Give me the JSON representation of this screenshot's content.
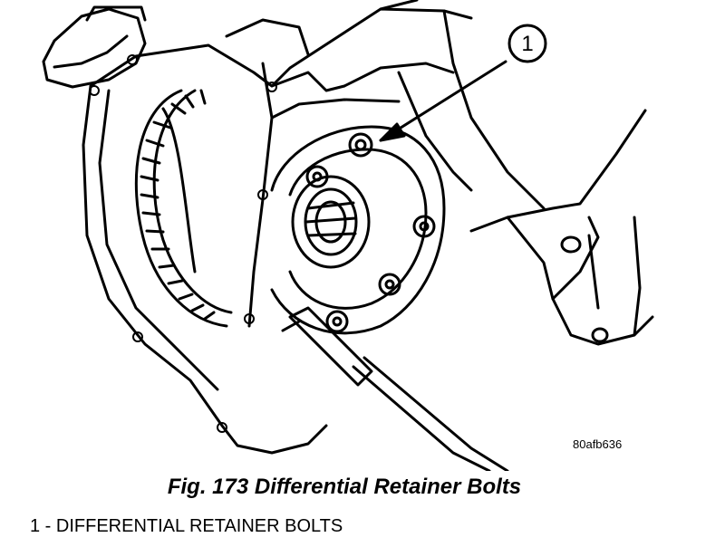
{
  "figure": {
    "callout": "1",
    "ref_code": "80afb636",
    "caption": "Fig. 173 Differential Retainer Bolts",
    "legend": [
      {
        "text": "1 - DIFFERENTIAL RETAINER BOLTS"
      }
    ]
  }
}
